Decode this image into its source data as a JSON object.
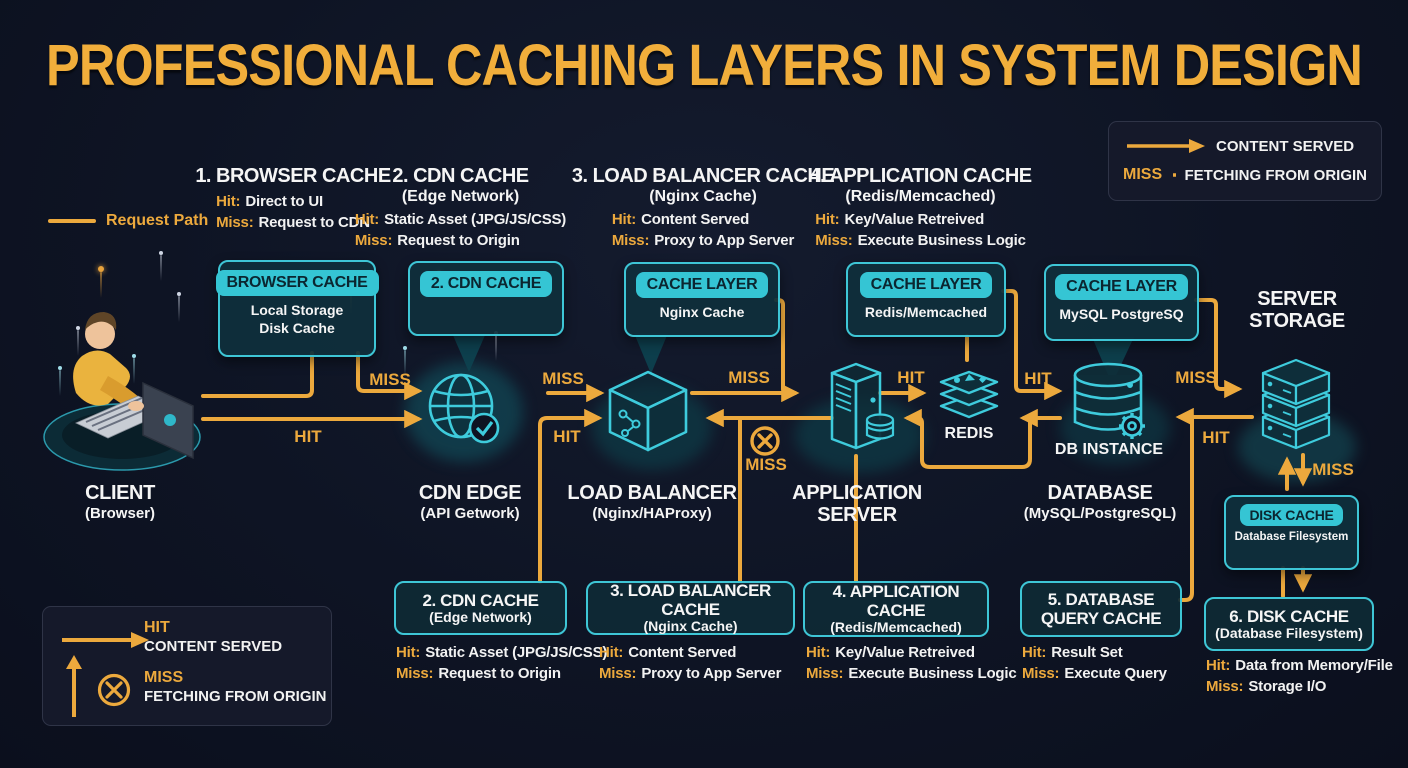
{
  "title": "PROFESSIONAL CACHING LAYERS IN SYSTEM DESIGN",
  "labels": {
    "hit_prefix": "Hit:",
    "miss_prefix": "Miss:",
    "hit": "HIT",
    "miss": "MISS"
  },
  "legend_request_path": {
    "label": "Request Path"
  },
  "legend_top_right": {
    "row1_label": "CONTENT SERVED",
    "row2_tag": "MISS",
    "row2_label": "FETCHING FROM ORIGIN"
  },
  "legend_bottom_left": {
    "row1_tag": "HIT",
    "row1_label": "CONTENT SERVED",
    "row2_tag": "MISS",
    "row2_label": "FETCHING FROM ORIGIN"
  },
  "columns": [
    {
      "title": "1. BROWSER CACHE",
      "subtitle": "",
      "hit": "Direct to UI",
      "miss": "Request to CDN"
    },
    {
      "title": "2. CDN CACHE",
      "subtitle": "(Edge Network)",
      "hit": "Static Asset (JPG/JS/CSS)",
      "miss": "Request to Origin"
    },
    {
      "title": "3. LOAD BALANCER CACHE",
      "subtitle": "(Nginx Cache)",
      "hit": "Content Served",
      "miss": "Proxy to App Server"
    },
    {
      "title": "4. APPLICATION CACHE",
      "subtitle": "(Redis/Memcached)",
      "hit": "Key/Value Retreived",
      "miss": "Execute Business Logic"
    }
  ],
  "cache_boxes": [
    {
      "pill": "BROWSER CACHE",
      "body": "Local Storage\nDisk Cache"
    },
    {
      "pill": "2. CDN CACHE",
      "body": ""
    },
    {
      "pill": "CACHE LAYER",
      "body": "Nginx Cache"
    },
    {
      "pill": "CACHE LAYER",
      "body": "Redis/Memcached"
    },
    {
      "pill": "CACHE LAYER",
      "body": "MySQL PostgreSQ"
    }
  ],
  "nodes": {
    "client": {
      "label": "CLIENT",
      "sublabel": "(Browser)"
    },
    "cdn": {
      "label": "CDN EDGE",
      "sublabel": "(API Getwork)"
    },
    "load_balancer": {
      "label": "LOAD BALANCER",
      "sublabel": "(Nginx/HAProxy)"
    },
    "app_server": {
      "label": "APPLICATION\nSERVER"
    },
    "redis": {
      "label": "REDIS"
    },
    "db_instance": {
      "label": "DB INSTANCE"
    },
    "database": {
      "label": "DATABASE",
      "sublabel": "(MySQL/PostgreSQL)"
    },
    "server_storage": {
      "label": "SERVER\nSTORAGE"
    },
    "disk_cache": {
      "pill": "DISK CACHE",
      "body": "Database Filesystem"
    }
  },
  "bottom_boxes": [
    {
      "title": "2. CDN CACHE",
      "subtitle": "(Edge Network)",
      "hit": "Static Asset (JPG/JS/CSS)",
      "miss": "Request to Origin"
    },
    {
      "title": "3. LOAD BALANCER CACHE",
      "subtitle": "(Nginx Cache)",
      "hit": "Content Served",
      "miss": "Proxy to App Server"
    },
    {
      "title": "4. APPLICATION CACHE",
      "subtitle": "(Redis/Memcached)",
      "hit": "Key/Value Retreived",
      "miss": "Execute Business Logic"
    },
    {
      "title": "5. DATABASE QUERY CACHE",
      "subtitle": "",
      "hit": "Result Set",
      "miss": "Execute Query"
    },
    {
      "title": "6. DISK CACHE",
      "subtitle": "(Database Filesystem)",
      "hit": "Data from Memory/File",
      "miss": "Storage I/O"
    }
  ],
  "colors": {
    "accent_orange": "#ECA93D",
    "teal_border": "#3EC6D6",
    "cyan_pill": "#35C5D4",
    "title_gold": "#F1AE3B",
    "background": "#0E1424"
  }
}
